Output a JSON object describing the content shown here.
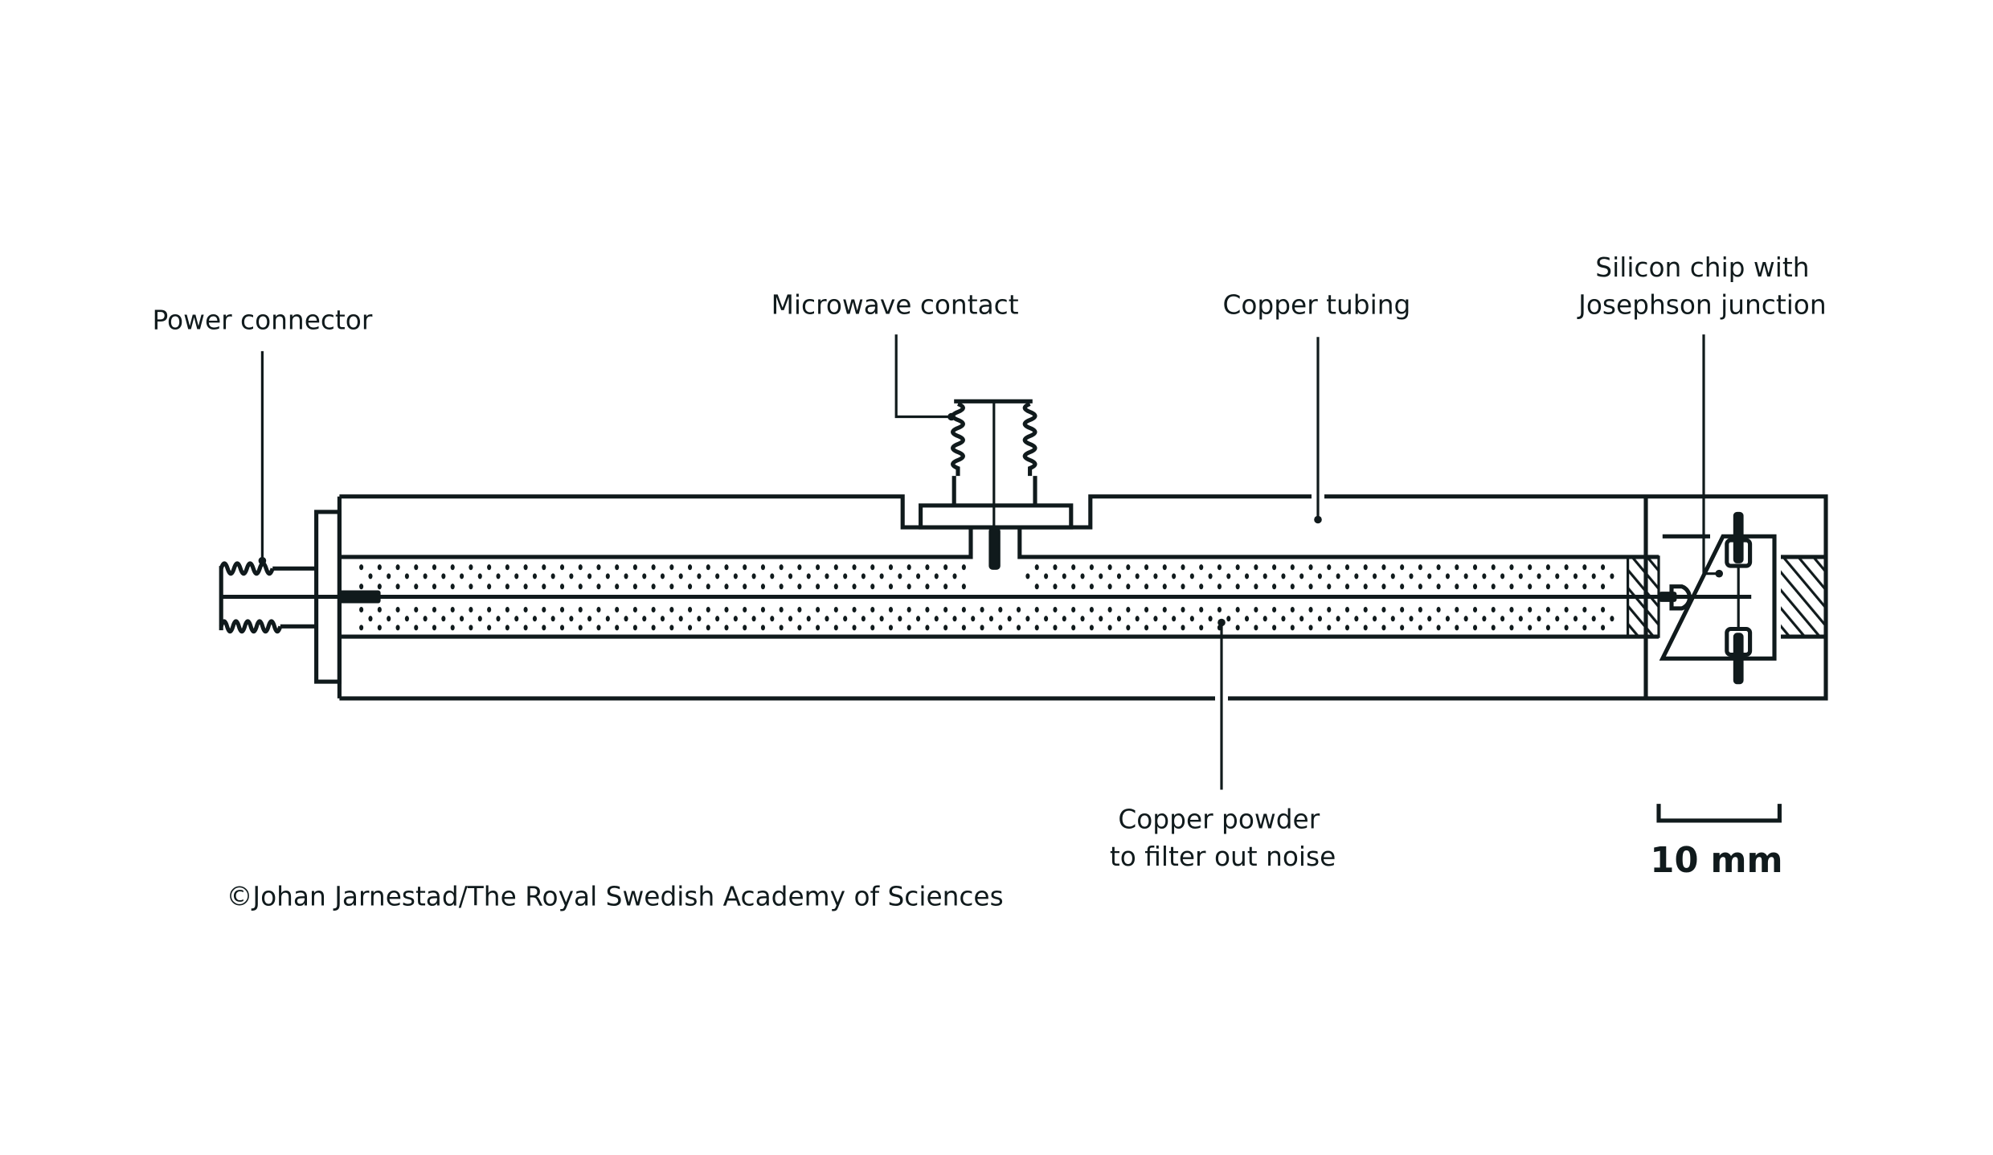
{
  "labels": {
    "power_connector": "Power connector",
    "microwave_contact": "Microwave contact",
    "copper_tubing": "Copper tubing",
    "silicon_chip_line1": "Silicon chip with",
    "silicon_chip_line2": "Josephson junction",
    "copper_powder_line1": "Copper powder",
    "copper_powder_line2": "to filter out noise"
  },
  "scale_bar": {
    "label": "10 mm"
  },
  "credit": "©Johan Jarnestad/The Royal Swedish Academy of Sciences",
  "colors": {
    "ink": "#101a1c",
    "background": "#ffffff"
  }
}
